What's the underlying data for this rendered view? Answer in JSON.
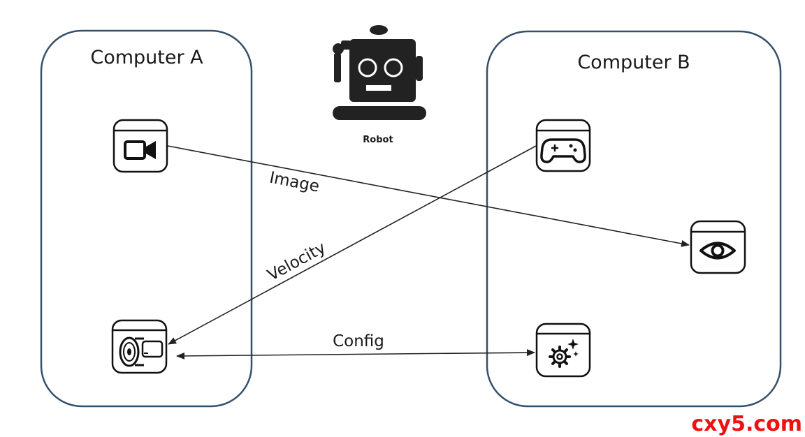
{
  "computers": {
    "a": {
      "title": "Computer A"
    },
    "b": {
      "title": "Computer B"
    }
  },
  "robot": {
    "label": "Robot"
  },
  "edges": {
    "image": "Image",
    "velocity": "Velocity",
    "config": "Config"
  },
  "nodes": {
    "camera": "camera-icon",
    "motor": "motor-icon",
    "gamepad": "gamepad-icon",
    "viewer": "eye-icon",
    "settings": "gear-sparkle-icon"
  },
  "colors": {
    "box_border": "#35506b",
    "edge": "#222222",
    "watermark": "#ee1111"
  },
  "watermark": "cxy5.com"
}
